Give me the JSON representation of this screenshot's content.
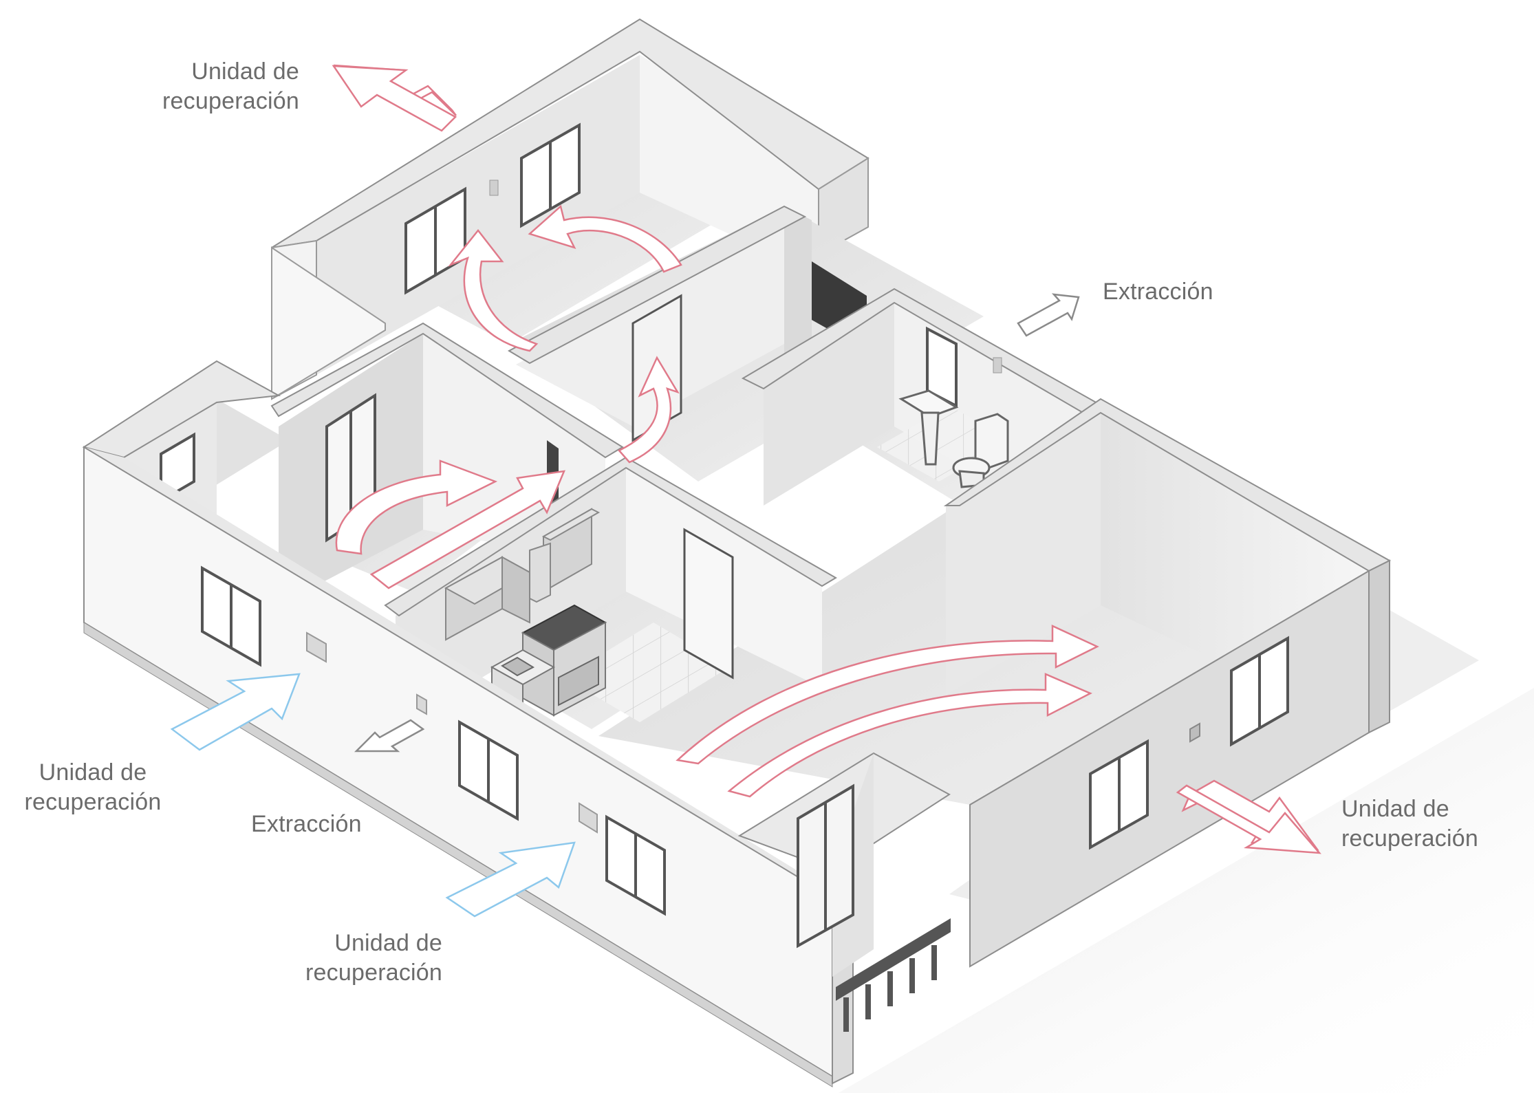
{
  "labels": {
    "recuperacion_top": {
      "line1": "Unidad de",
      "line2": "recuperación"
    },
    "extraccion_right": {
      "text": "Extracción"
    },
    "recuperacion_left": {
      "line1": "Unidad de",
      "line2": "recuperación"
    },
    "extraccion_front": {
      "text": "Extracción"
    },
    "recuperacion_bottom": {
      "line1": "Unidad de",
      "line2": "recuperación"
    },
    "recuperacion_right": {
      "line1": "Unidad de",
      "line2": "recuperación"
    }
  },
  "colors": {
    "warm_arrow_stroke": "#e07a8a",
    "cool_arrow_stroke": "#8cc8ec",
    "grey_arrow_stroke": "#8a8a8a",
    "wall_top": "#ececec",
    "wall_front": "#f7f7f7",
    "wall_side": "#dcdcdc",
    "floor": "#e4e4e4",
    "label_text": "#6b6b6b"
  }
}
